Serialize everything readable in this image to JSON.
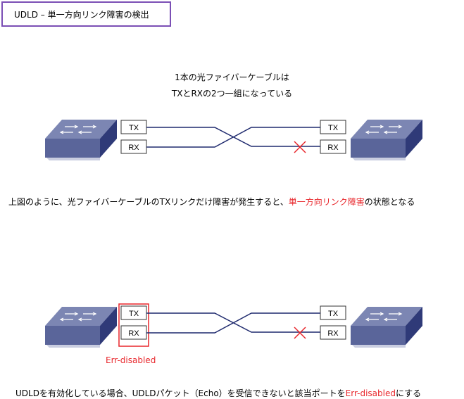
{
  "title": "UDLD – 単一方向リンク障害の検出",
  "top_caption": {
    "line1": "1本の光ファイバーケーブルは",
    "line2": "TXとRXの2つ一組になっている"
  },
  "ports": {
    "tx": "TX",
    "rx": "RX"
  },
  "middle_caption": {
    "before": "上図のように、光ファイバーケーブルのTXリンクだけ障害が発生すると、",
    "highlight": "単一方向リンク障害",
    "after": "の状態となる"
  },
  "err_label": "Err-disabled",
  "bottom_caption": {
    "before": "UDLDを有効化している場合、UDLDパケット（Echo）を受信できないと該当ポートを",
    "highlight": "Err-disabled",
    "after": "にする"
  },
  "colors": {
    "switch_top": "#7c86b3",
    "switch_front": "#5a659a",
    "switch_side": "#2f3a78",
    "cable": "#1f2a6e",
    "fault": "#e8262b",
    "title_border": "#7b4fb5"
  }
}
